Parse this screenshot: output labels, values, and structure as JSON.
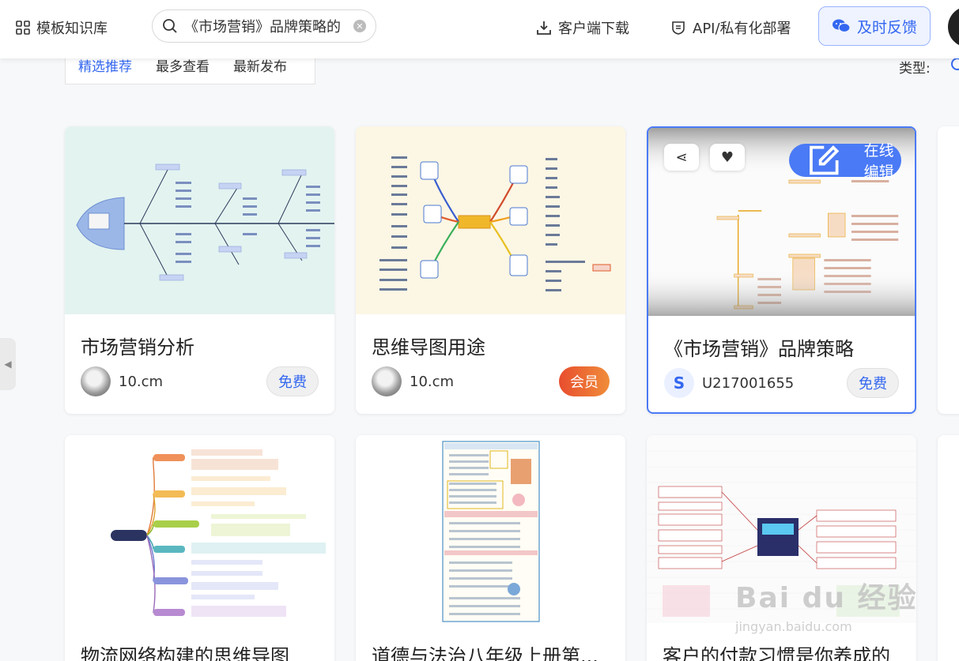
{
  "topbar": {
    "templates_label": "模板知识库",
    "search_value": "《市场营销》品牌策略的",
    "download_label": "客户端下载",
    "api_label": "API/私有化部署",
    "feedback_label": "及时反馈"
  },
  "filters": {
    "tabs": [
      "精选推荐",
      "最多查看",
      "最新发布"
    ],
    "active": "精选推荐",
    "type_label": "类型:"
  },
  "cards": [
    {
      "title": "市场营销分析",
      "author": "10.cm",
      "badge": "免费"
    },
    {
      "title": "思维导图用途",
      "author": "10.cm",
      "badge": "会员"
    },
    {
      "title": "《市场营销》品牌策略",
      "author": "U217001655",
      "badge": "免费",
      "edit_label": "在线编辑"
    },
    {
      "title": "物流网络构建的思维导图"
    },
    {
      "title": "道德与法治八年级上册第..."
    },
    {
      "title": "客户的付款习惯是你养成的"
    }
  ],
  "watermark": {
    "logo": "Bai du 经验",
    "url": "jingyan.baidu.com"
  },
  "colors": {
    "accent": "#3467f0",
    "vip": "#e84d2e"
  }
}
